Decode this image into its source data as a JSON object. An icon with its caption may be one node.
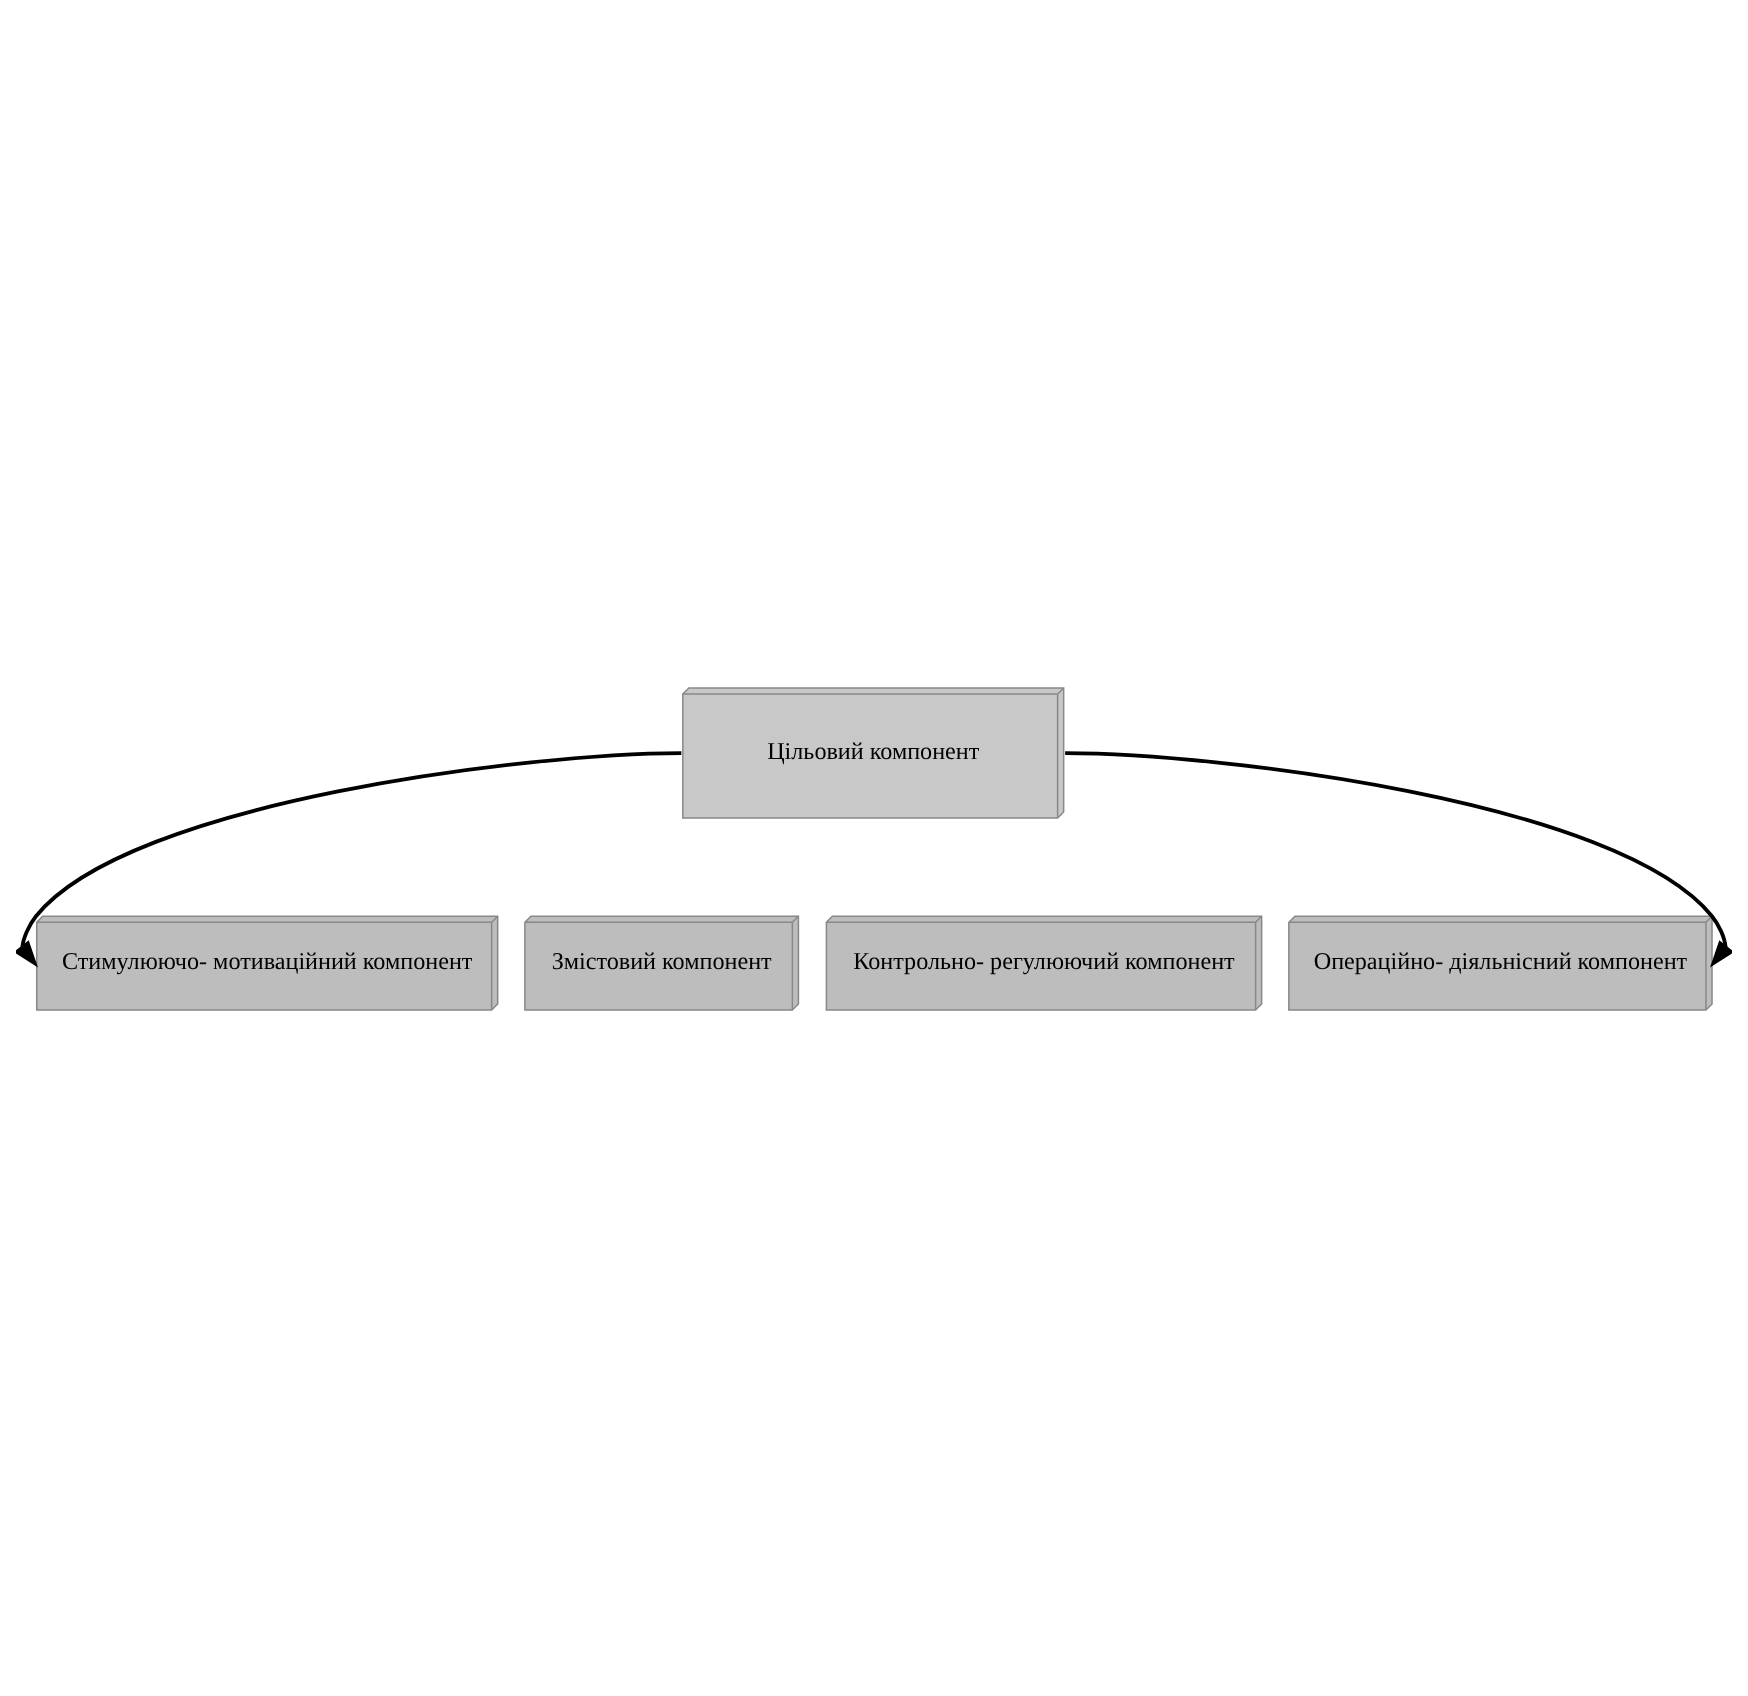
{
  "diagram": {
    "nodes": [
      {
        "text": [
          "Цільовий компонент"
        ]
      },
      {
        "text": [
          "Стимулюючо- мотиваційний компонент"
        ]
      },
      {
        "text": [
          "Змістовий компонент"
        ]
      },
      {
        "text": [
          "Контрольно- регулюючий компонент"
        ]
      },
      {
        "text": [
          "Операційно- діяльнісний компонент"
        ]
      }
    ],
    "edges": [
      {
        "from": 0,
        "to": 1,
        "arrow": "to"
      },
      {
        "from": 0,
        "to": 4,
        "arrow": "to"
      }
    ]
  }
}
